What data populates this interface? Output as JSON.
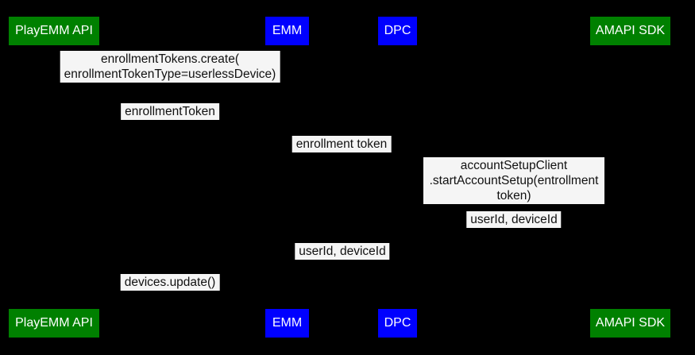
{
  "diagram": {
    "type": "sequence-diagram",
    "background_color": "#000000",
    "palette": {
      "green": "#008000",
      "blue": "#0000ff",
      "label_background": "#f5f5f5",
      "label_text": "#111111",
      "actor_text": "#ffffff"
    },
    "actors": [
      {
        "label": "PlayEMM API",
        "color": "green"
      },
      {
        "label": "EMM",
        "color": "blue"
      },
      {
        "label": "DPC",
        "color": "blue"
      },
      {
        "label": "AMAPI SDK",
        "color": "green"
      }
    ],
    "messages": [
      {
        "label": "enrollmentTokens.create(\nenrollmentTokenType=userlessDevice)"
      },
      {
        "label": "enrollmentToken"
      },
      {
        "label": "enrollment token"
      },
      {
        "label": "accountSetupClient\n.startAccountSetup(entrollment token)"
      },
      {
        "label": "userId, deviceId"
      },
      {
        "label": "userId, deviceId"
      },
      {
        "label": "devices.update()"
      }
    ]
  }
}
